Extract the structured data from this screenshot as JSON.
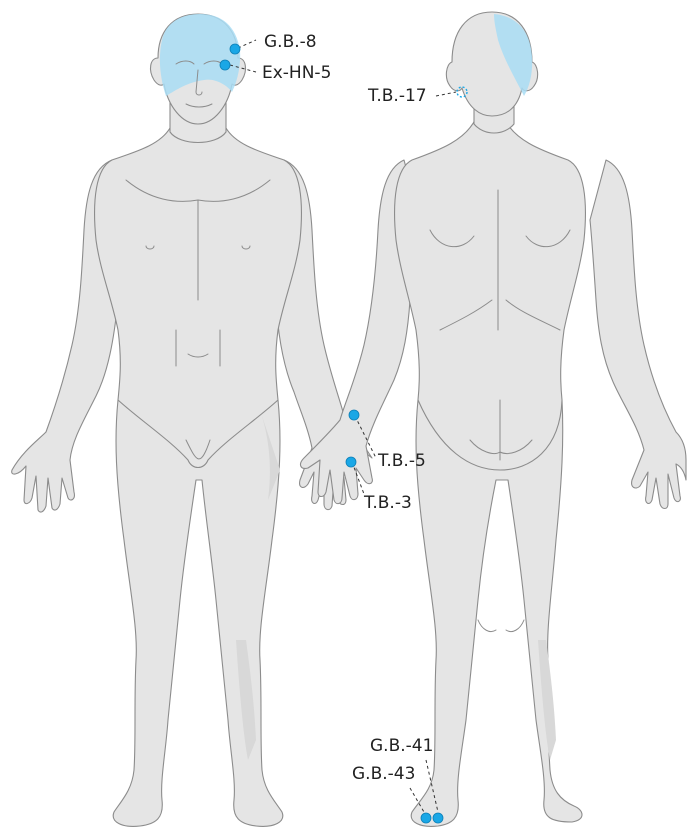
{
  "points": {
    "gb8": "G.B.-8",
    "exhn5": "Ex-HN-5",
    "tb17": "T.B.-17",
    "tb5": "T.B.-5",
    "tb3": "T.B.-3",
    "gb41": "G.B.-41",
    "gb43": "G.B.-43"
  },
  "colors": {
    "point": "#1aa7e6",
    "pain_area": "#a9ddf4",
    "skin": "#e5e5e5",
    "outline": "#8c8c8c"
  }
}
